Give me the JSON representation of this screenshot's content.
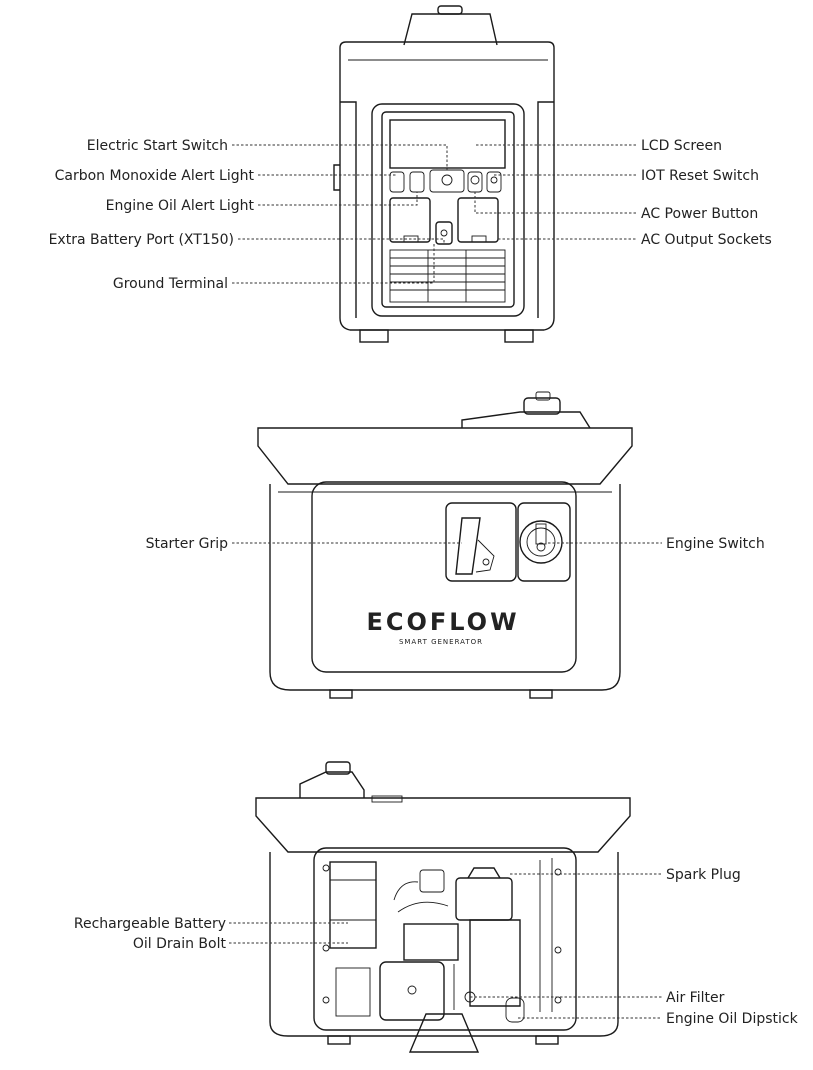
{
  "front_view": {
    "callouts_left": [
      "Electric Start Switch",
      "Carbon Monoxide Alert Light",
      "Engine Oil Alert Light",
      "Extra Battery Port (XT150)",
      "Ground Terminal"
    ],
    "callouts_right": [
      "LCD Screen",
      "IOT Reset Switch",
      "AC Power Button",
      "AC Output Sockets"
    ]
  },
  "side_view": {
    "callouts_left": [
      "Starter Grip"
    ],
    "callouts_right": [
      "Engine Switch"
    ],
    "logo_wordmark": "ECOFLOW",
    "logo_subtitle": "SMART GENERATOR"
  },
  "open_view": {
    "callouts_left": [
      "Rechargeable Battery",
      "Oil Drain Bolt"
    ],
    "callouts_right": [
      "Spark Plug",
      "Air Filter",
      "Engine Oil Dipstick"
    ]
  }
}
